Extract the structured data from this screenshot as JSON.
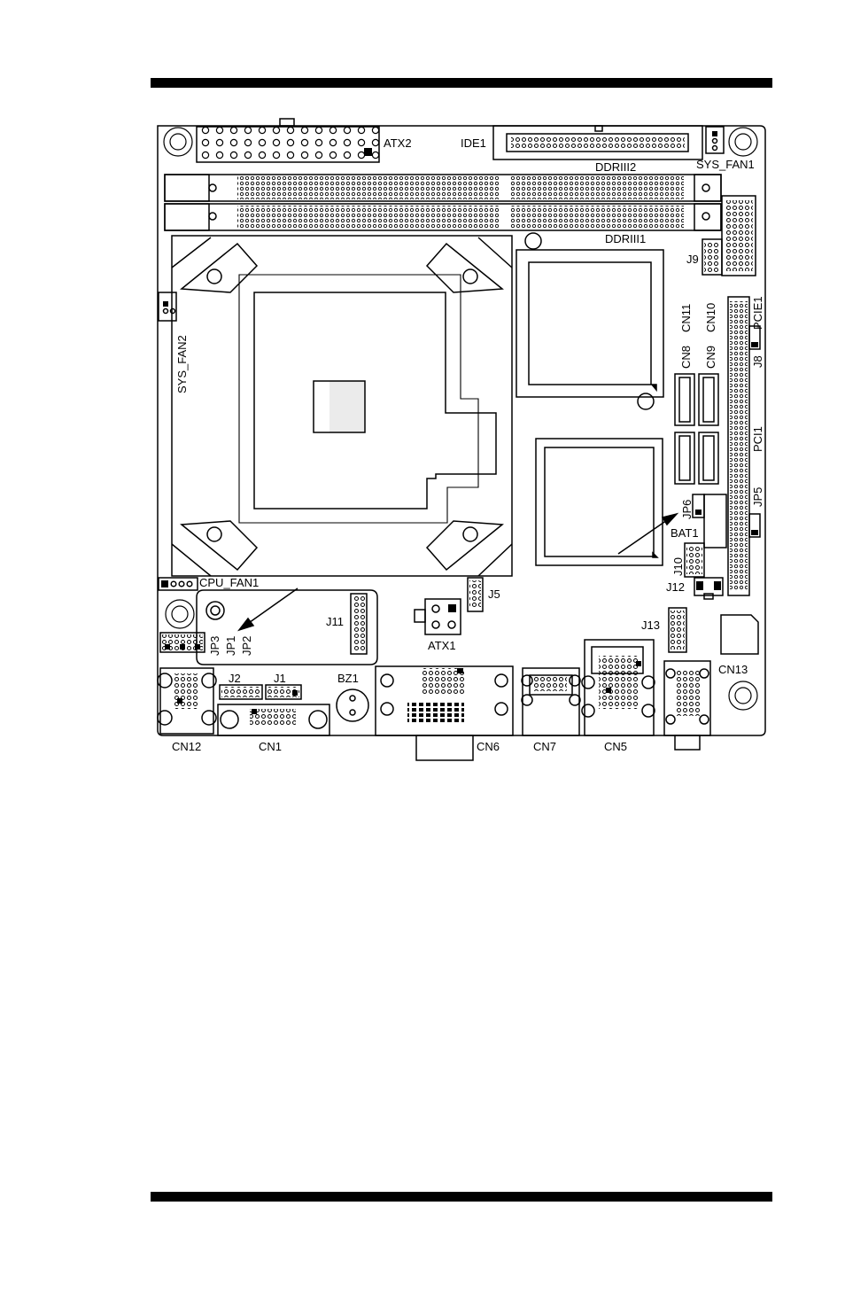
{
  "labels": {
    "atx2": "ATX2",
    "ide1": "IDE1",
    "sys_fan1": "SYS_FAN1",
    "ddr2": "DDRIII2",
    "ddr1": "DDRIII1",
    "j9": "J9",
    "pcie1": "PCIE1",
    "sys_fan2": "SYS_FAN2",
    "cn11": "CN11",
    "cn10": "CN10",
    "cn8": "CN8",
    "cn9": "CN9",
    "j8": "J8",
    "pci1": "PCI1",
    "jp5": "JP5",
    "jp6": "JP6",
    "bat1": "BAT1",
    "j10": "J10",
    "j12": "J12",
    "cpu_fan1": "CPU_FAN1",
    "j5": "J5",
    "j11": "J11",
    "jp3": "JP3",
    "jp1": "JP1",
    "jp2": "JP2",
    "atx1": "ATX1",
    "j13": "J13",
    "cn13": "CN13",
    "j2": "J2",
    "j1": "J1",
    "bz1": "BZ1",
    "cn12": "CN12",
    "cn1": "CN1",
    "cn6": "CN6",
    "cn7": "CN7",
    "cn5": "CN5"
  }
}
